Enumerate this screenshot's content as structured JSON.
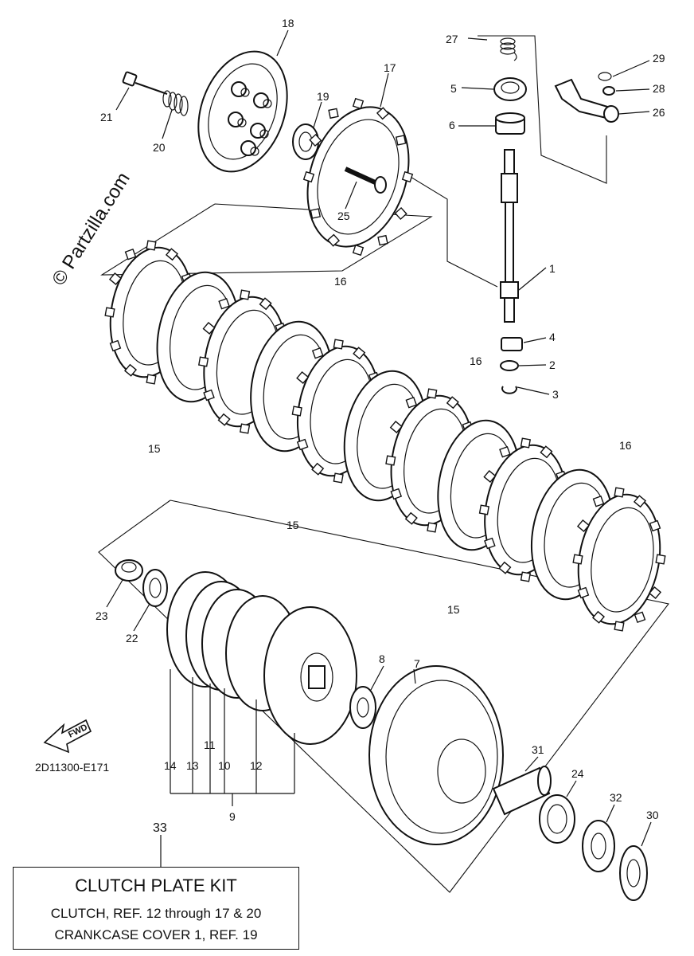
{
  "watermark": "© Partzilla.com",
  "fwd_label": "FWD",
  "diagram_code": "2D11300-E171",
  "callouts": {
    "c1": "1",
    "c2": "2",
    "c3": "3",
    "c4": "4",
    "c5": "5",
    "c6": "6",
    "c7": "7",
    "c8": "8",
    "c9": "9",
    "c10": "10",
    "c11": "11",
    "c12": "12",
    "c13": "13",
    "c14": "14",
    "c15a": "15",
    "c15b": "15",
    "c15c": "15",
    "c16a": "16",
    "c16b": "16",
    "c16c": "16",
    "c17": "17",
    "c18": "18",
    "c19": "19",
    "c20": "20",
    "c21": "21",
    "c22": "22",
    "c23": "23",
    "c24": "24",
    "c25": "25",
    "c26": "26",
    "c27": "27",
    "c28": "28",
    "c29": "29",
    "c30": "30",
    "c31": "31",
    "c32": "32",
    "c33": "33"
  },
  "kit": {
    "title": "CLUTCH PLATE KIT",
    "line1": "CLUTCH, REF. 12 through 17 & 20",
    "line2": "CRANKCASE COVER 1, REF. 19"
  },
  "clutch_stack": {
    "friction_plate_count": 6,
    "steel_plate_count": 5
  }
}
